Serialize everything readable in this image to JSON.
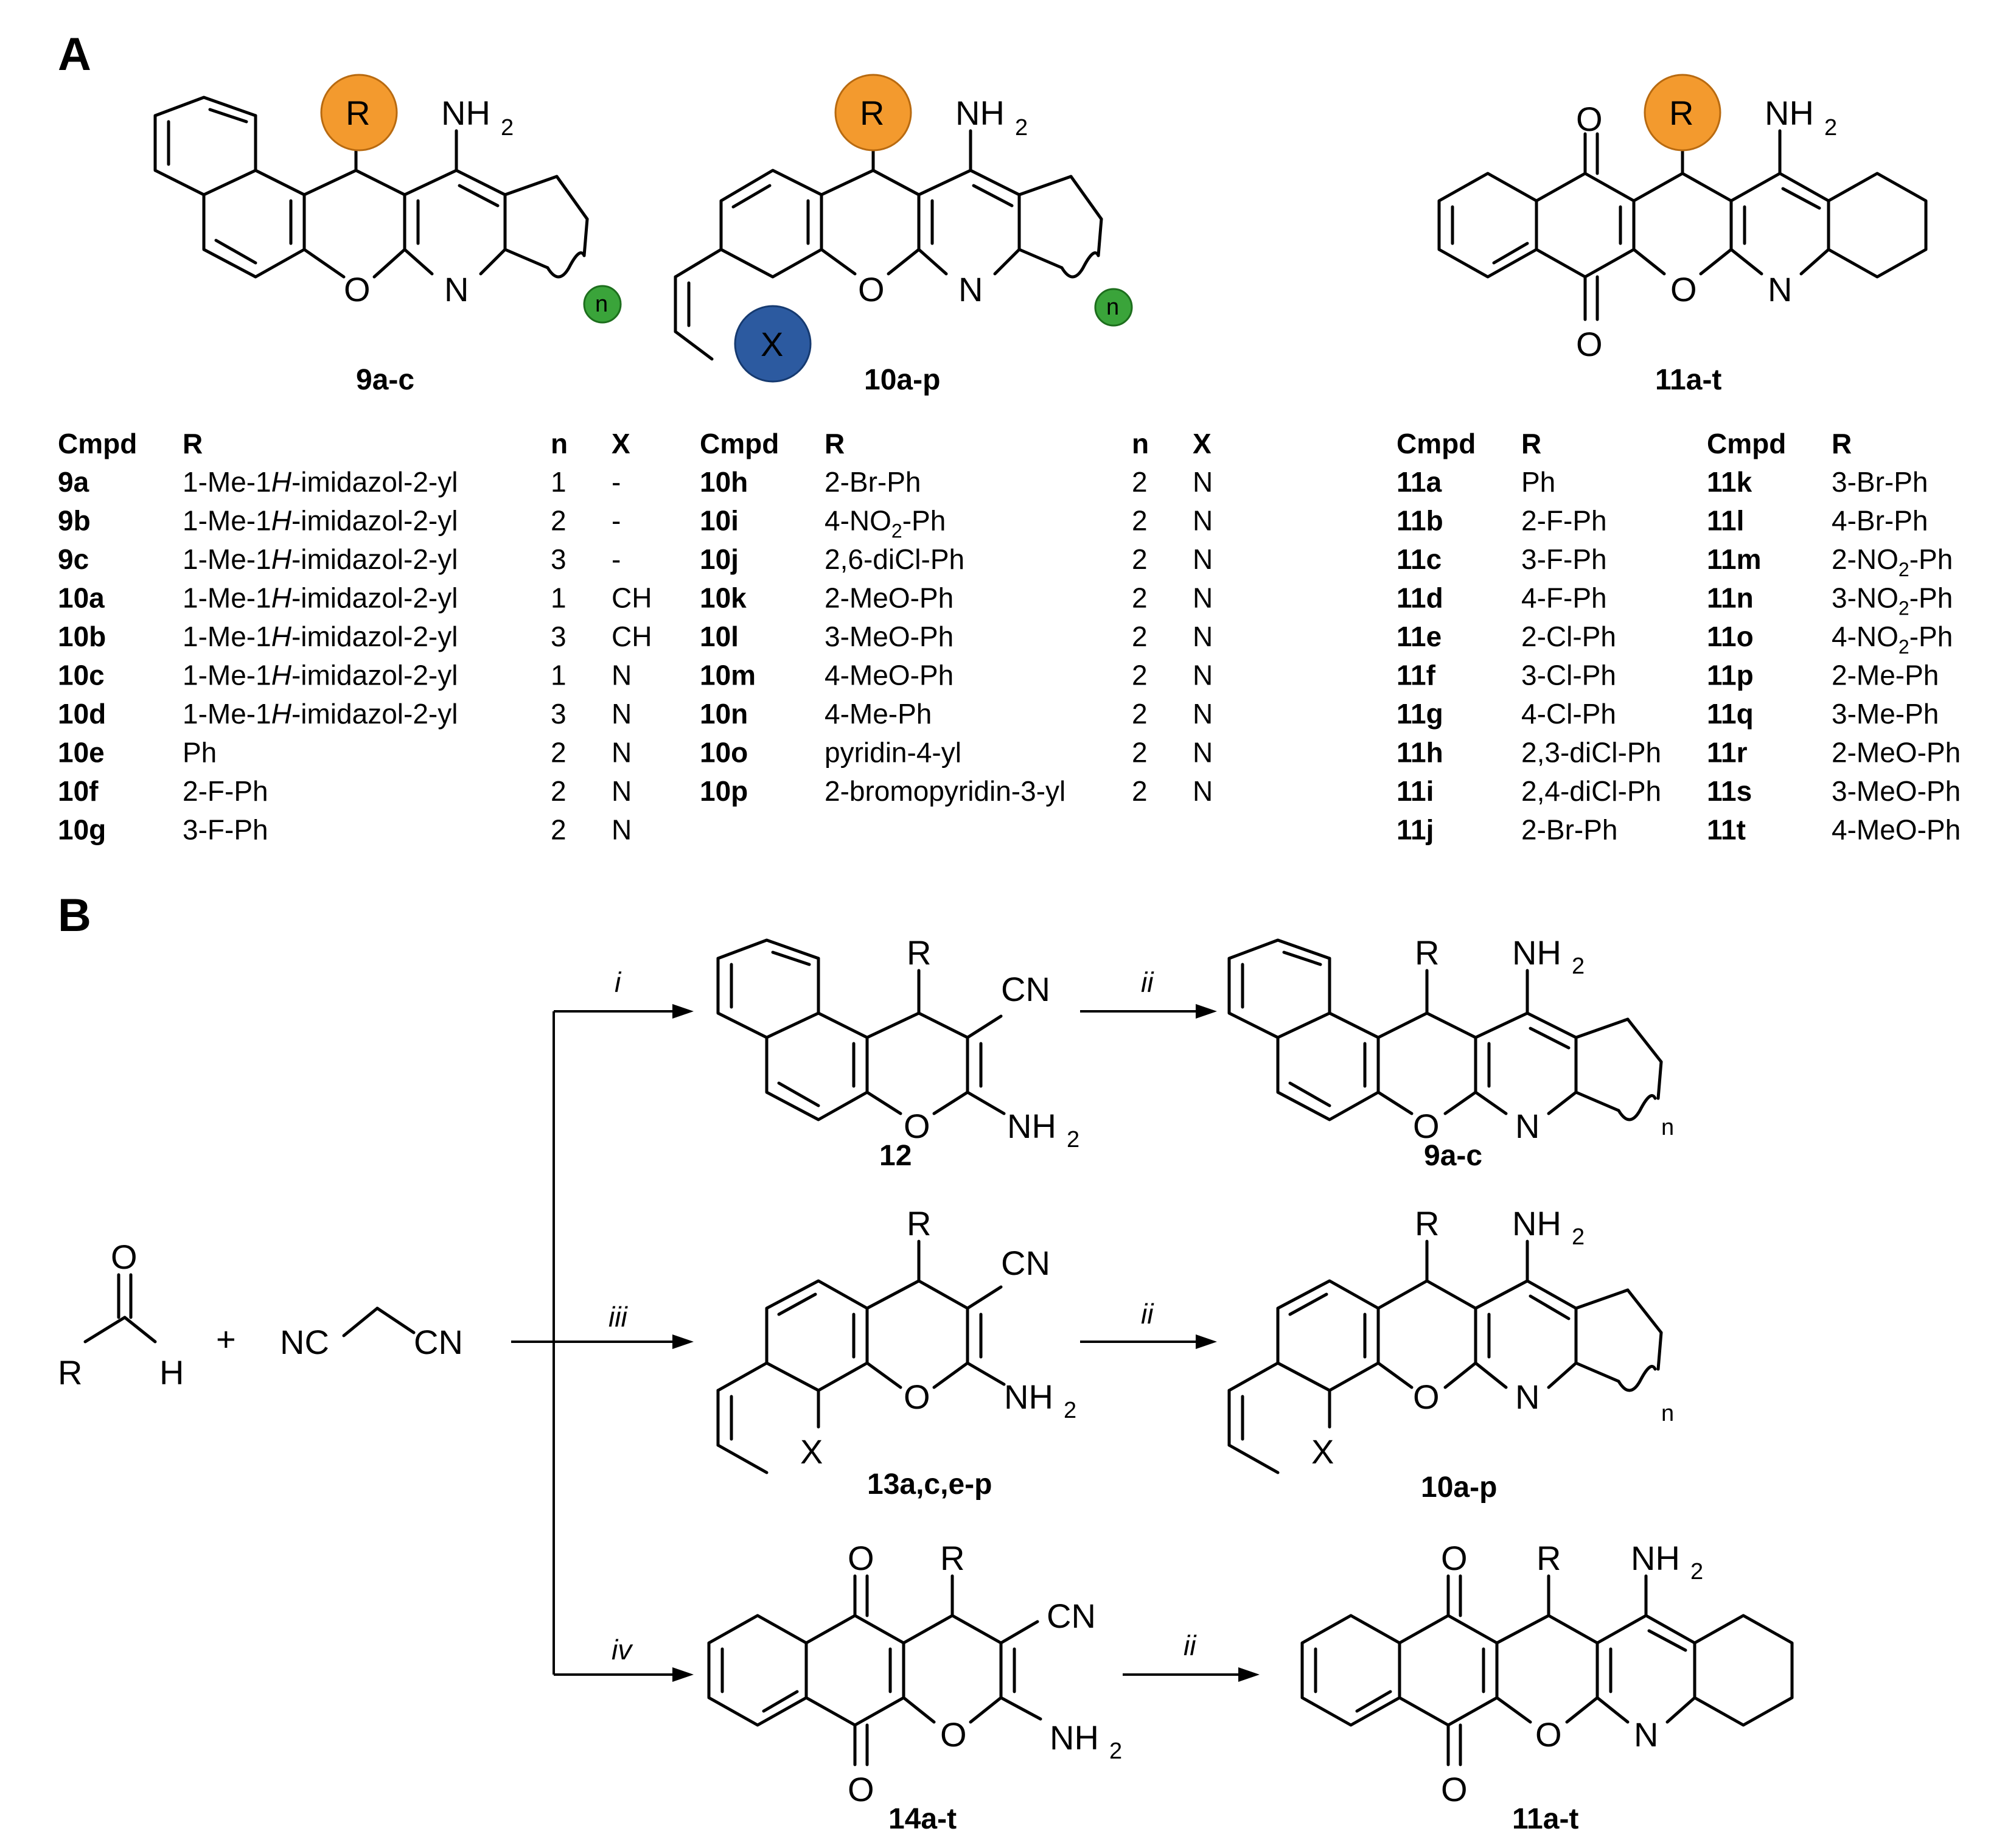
{
  "panels": {
    "A": "A",
    "B": "B"
  },
  "colors": {
    "r_bubble": "#f39a2e",
    "x_bubble": "#2c5aa0",
    "n_bubble": "#3aa43a"
  },
  "labels": {
    "R": "R",
    "NH": "NH",
    "two": "2",
    "O": "O",
    "N": "N",
    "X": "X",
    "n": "n",
    "CN": "CN",
    "NC": "NC",
    "H": "H",
    "plus": "+"
  },
  "structures": {
    "s9": "9a-c",
    "s10": "10a-p",
    "s11": "11a-t",
    "s12": "12",
    "s13": "13a,c,e-p",
    "s14": "14a-t"
  },
  "reagents": {
    "i": "i",
    "ii": "ii",
    "iii": "iii",
    "iv": "iv"
  },
  "table1": {
    "headers": [
      "Cmpd",
      "R",
      "n",
      "X"
    ],
    "rows": [
      {
        "c": "9a",
        "r": "1-Me-1",
        "ri": "H",
        "rt": "-imidazol-2-yl",
        "n": "1",
        "x": "-"
      },
      {
        "c": "9b",
        "r": "1-Me-1",
        "ri": "H",
        "rt": "-imidazol-2-yl",
        "n": "2",
        "x": "-"
      },
      {
        "c": "9c",
        "r": "1-Me-1",
        "ri": "H",
        "rt": "-imidazol-2-yl",
        "n": "3",
        "x": "-"
      },
      {
        "c": "10a",
        "r": "1-Me-1",
        "ri": "H",
        "rt": "-imidazol-2-yl",
        "n": "1",
        "x": "CH"
      },
      {
        "c": "10b",
        "r": "1-Me-1",
        "ri": "H",
        "rt": "-imidazol-2-yl",
        "n": "3",
        "x": "CH"
      },
      {
        "c": "10c",
        "r": "1-Me-1",
        "ri": "H",
        "rt": "-imidazol-2-yl",
        "n": "1",
        "x": "N"
      },
      {
        "c": "10d",
        "r": "1-Me-1",
        "ri": "H",
        "rt": "-imidazol-2-yl",
        "n": "3",
        "x": "N"
      },
      {
        "c": "10e",
        "r": "Ph",
        "ri": "",
        "rt": "",
        "n": "2",
        "x": "N"
      },
      {
        "c": "10f",
        "r": "2-F-Ph",
        "ri": "",
        "rt": "",
        "n": "2",
        "x": "N"
      },
      {
        "c": "10g",
        "r": "3-F-Ph",
        "ri": "",
        "rt": "",
        "n": "2",
        "x": "N"
      }
    ]
  },
  "table2": {
    "headers": [
      "Cmpd",
      "R",
      "n",
      "X"
    ],
    "rows": [
      {
        "c": "10h",
        "r": "2-Br-Ph",
        "s": "",
        "rt": "",
        "n": "2",
        "x": "N"
      },
      {
        "c": "10i",
        "r": "4-NO",
        "s": "2",
        "rt": "-Ph",
        "n": "2",
        "x": "N"
      },
      {
        "c": "10j",
        "r": "2,6-diCl-Ph",
        "s": "",
        "rt": "",
        "n": "2",
        "x": "N"
      },
      {
        "c": "10k",
        "r": "2-MeO-Ph",
        "s": "",
        "rt": "",
        "n": "2",
        "x": "N"
      },
      {
        "c": "10l",
        "r": "3-MeO-Ph",
        "s": "",
        "rt": "",
        "n": "2",
        "x": "N"
      },
      {
        "c": "10m",
        "r": "4-MeO-Ph",
        "s": "",
        "rt": "",
        "n": "2",
        "x": "N"
      },
      {
        "c": "10n",
        "r": "4-Me-Ph",
        "s": "",
        "rt": "",
        "n": "2",
        "x": "N"
      },
      {
        "c": "10o",
        "r": "pyridin-4-yl",
        "s": "",
        "rt": "",
        "n": "2",
        "x": "N"
      },
      {
        "c": "10p",
        "r": "2-bromopyridin-3-yl",
        "s": "",
        "rt": "",
        "n": "2",
        "x": "N"
      }
    ]
  },
  "table3": {
    "headers": [
      "Cmpd",
      "R",
      "Cmpd",
      "R"
    ],
    "rows": [
      {
        "c1": "11a",
        "r1": "Ph",
        "c2": "11k",
        "r2": "3-Br-Ph",
        "s2": "",
        "t2": ""
      },
      {
        "c1": "11b",
        "r1": "2-F-Ph",
        "c2": "11l",
        "r2": "4-Br-Ph",
        "s2": "",
        "t2": ""
      },
      {
        "c1": "11c",
        "r1": "3-F-Ph",
        "c2": "11m",
        "r2": "2-NO",
        "s2": "2",
        "t2": "-Ph"
      },
      {
        "c1": "11d",
        "r1": "4-F-Ph",
        "c2": "11n",
        "r2": "3-NO",
        "s2": "2",
        "t2": "-Ph"
      },
      {
        "c1": "11e",
        "r1": "2-Cl-Ph",
        "c2": "11o",
        "r2": "4-NO",
        "s2": "2",
        "t2": "-Ph"
      },
      {
        "c1": "11f",
        "r1": "3-Cl-Ph",
        "c2": "11p",
        "r2": "2-Me-Ph",
        "s2": "",
        "t2": ""
      },
      {
        "c1": "11g",
        "r1": "4-Cl-Ph",
        "c2": "11q",
        "r2": "3-Me-Ph",
        "s2": "",
        "t2": ""
      },
      {
        "c1": "11h",
        "r1": "2,3-diCl-Ph",
        "c2": "11r",
        "r2": "2-MeO-Ph",
        "s2": "",
        "t2": ""
      },
      {
        "c1": "11i",
        "r1": "2,4-diCl-Ph",
        "c2": "11s",
        "r2": "3-MeO-Ph",
        "s2": "",
        "t2": ""
      },
      {
        "c1": "11j",
        "r1": "2-Br-Ph",
        "c2": "11t",
        "r2": "4-MeO-Ph",
        "s2": "",
        "t2": ""
      }
    ]
  }
}
